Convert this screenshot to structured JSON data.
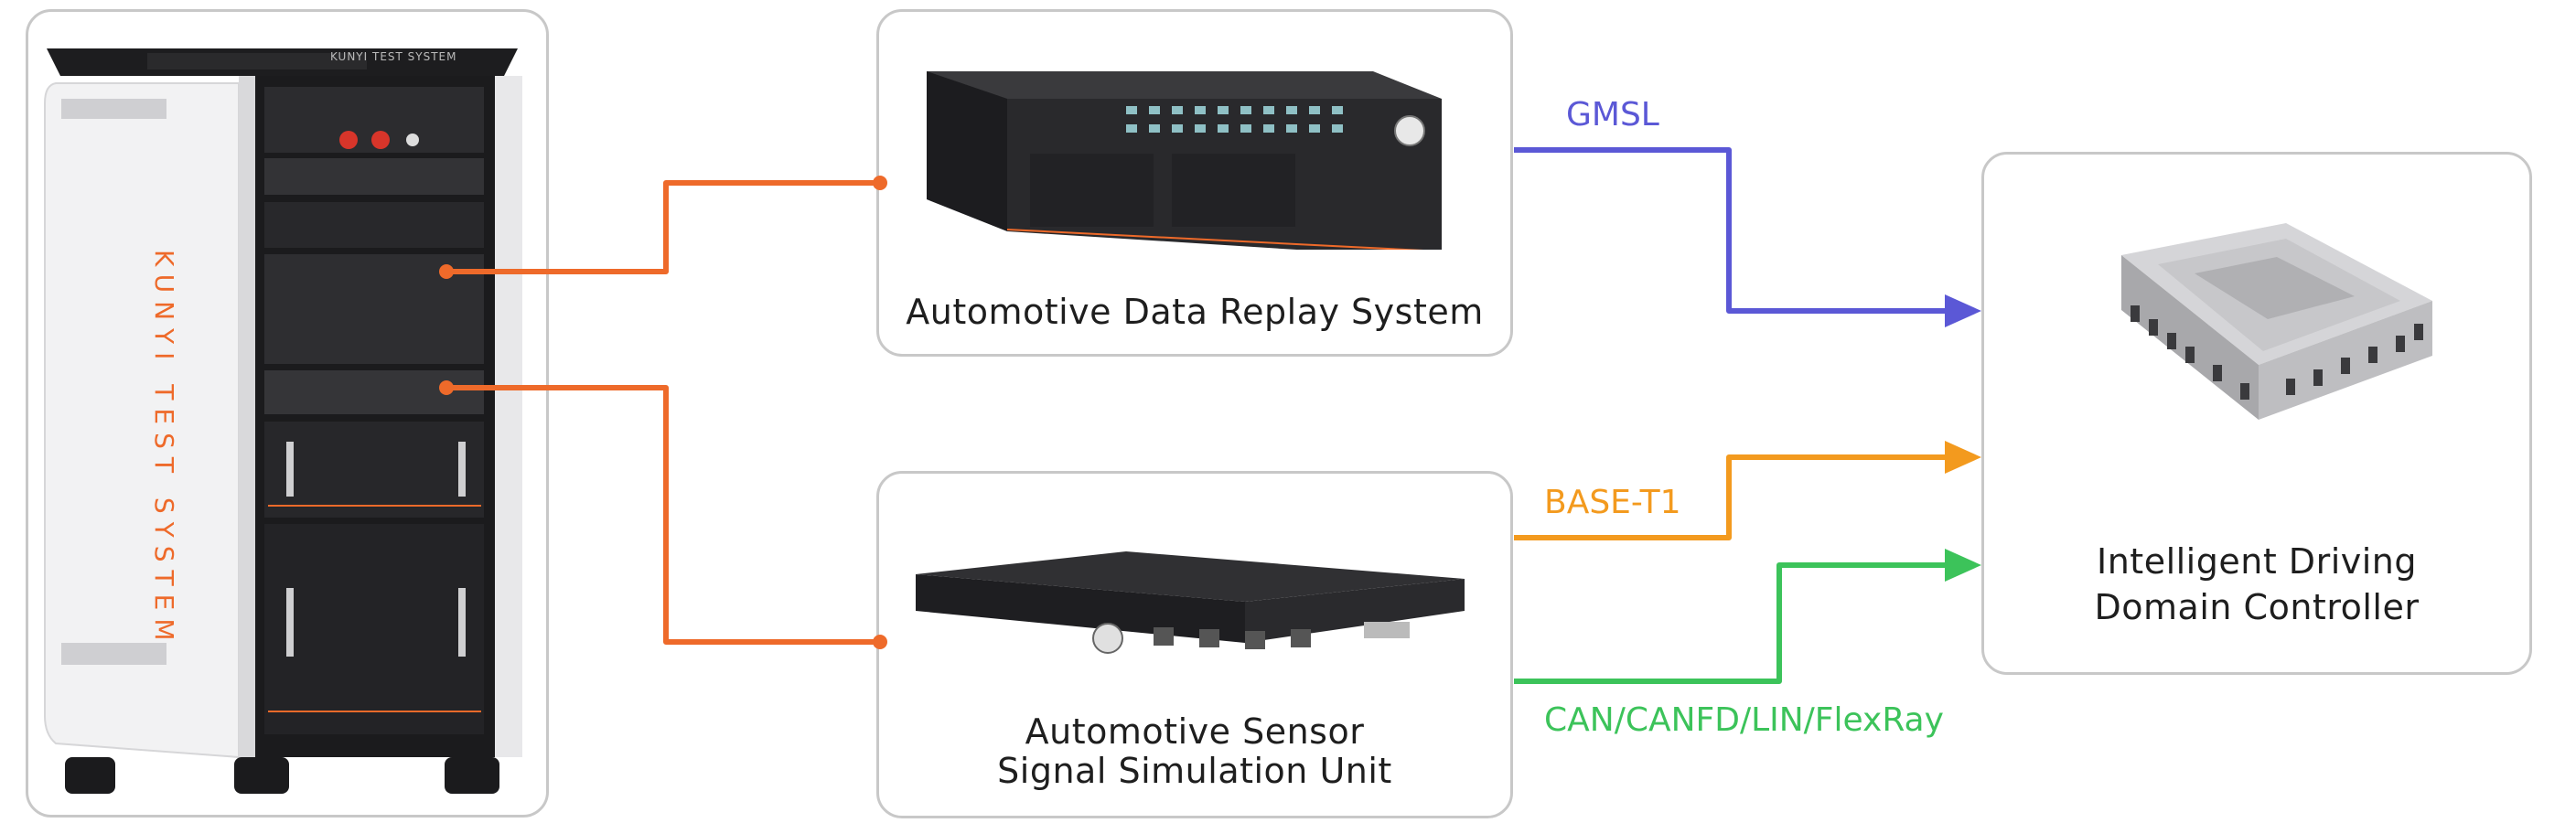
{
  "cabinet": {
    "brand_text": "KUNYI TEST SYSTEM",
    "vertical_text": "KUNYI TEST SYSTEM"
  },
  "nodes": {
    "replay": {
      "label": "Automotive Data Replay System"
    },
    "sensor": {
      "label_lines": [
        "Automotive Sensor",
        "Signal Simulation Unit"
      ]
    },
    "controller": {
      "label_lines": [
        "Intelligent Driving",
        "Domain Controller"
      ]
    }
  },
  "connections": [
    {
      "id": "gmsl",
      "label": "GMSL",
      "color": "#5b58d6"
    },
    {
      "id": "base-t1",
      "label": "BASE-T1",
      "color": "#f39a1e"
    },
    {
      "id": "can",
      "label": "CAN/CANFD/LIN/FlexRay",
      "color": "#3cc35a"
    }
  ],
  "link_color": "#ee6a2a"
}
